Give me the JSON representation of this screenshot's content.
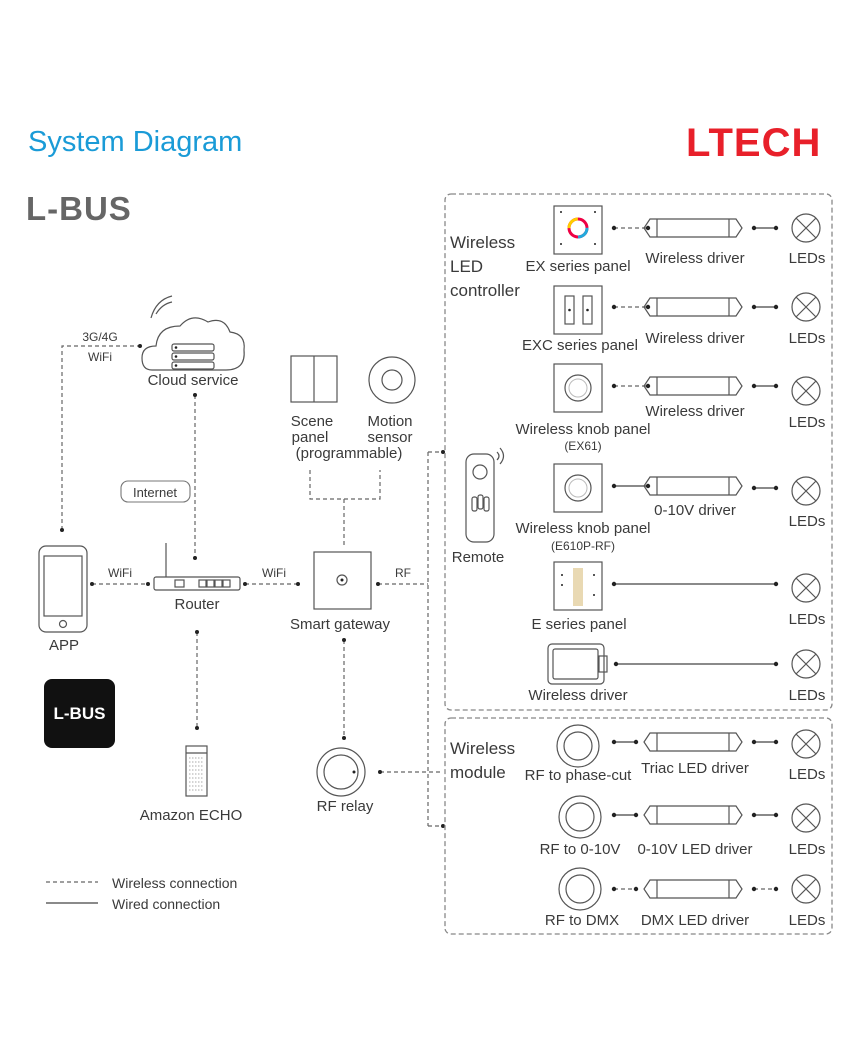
{
  "header": {
    "title": "System Diagram",
    "brand": "LTECH",
    "product": "L-BUS"
  },
  "colors": {
    "title": "#1a9bd7",
    "brand": "#e8202a",
    "text": "#3a3a3a"
  },
  "left": {
    "cloud": "Cloud service",
    "conn_3g": "3G/4G",
    "conn_wifi_top": "WiFi",
    "internet": "Internet",
    "app": "APP",
    "wifi_app_router": "WiFi",
    "router": "Router",
    "wifi_router_gateway": "WiFi",
    "echo": "Amazon ECHO",
    "app_logo": "L-BUS"
  },
  "center": {
    "scene_panel": [
      "Scene",
      "panel",
      "(programmable)"
    ],
    "motion_sensor": [
      "Motion",
      "sensor"
    ],
    "gateway": "Smart gateway",
    "rf": "RF",
    "rf_relay": "RF relay",
    "remote": "Remote"
  },
  "controller_group": {
    "title": [
      "Wireless",
      "LED",
      "controller"
    ],
    "rows": [
      {
        "device": "EX series panel",
        "driver": "Wireless driver",
        "load": "LEDs"
      },
      {
        "device": "EXC series panel",
        "driver": "Wireless driver",
        "load": "LEDs"
      },
      {
        "device": "Wireless knob panel",
        "model": "(EX61)",
        "driver": "Wireless driver",
        "load": "LEDs"
      },
      {
        "device": "Wireless knob panel",
        "model": "(E610P-RF)",
        "driver": "0-10V driver",
        "load": "LEDs"
      },
      {
        "device": "E series panel",
        "load": "LEDs"
      },
      {
        "device": "Wireless driver",
        "load": "LEDs"
      }
    ]
  },
  "module_group": {
    "title": [
      "Wireless",
      "module"
    ],
    "rows": [
      {
        "device": "RF to phase-cut",
        "driver": "Triac LED driver",
        "load": "LEDs"
      },
      {
        "device": "RF to 0-10V",
        "driver": "0-10V LED driver",
        "load": "LEDs"
      },
      {
        "device": "RF to DMX",
        "driver": "DMX LED driver",
        "load": "LEDs"
      }
    ]
  },
  "legend": {
    "wireless": "Wireless connection",
    "wired": "Wired connection"
  }
}
